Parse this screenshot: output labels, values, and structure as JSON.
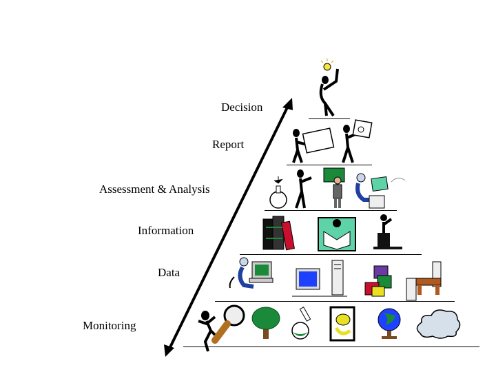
{
  "pyramid": {
    "levels": [
      {
        "label": "Decision"
      },
      {
        "label": "Report"
      },
      {
        "label": "Assessment & Analysis"
      },
      {
        "label": "Information"
      },
      {
        "label": "Data"
      },
      {
        "label": "Monitoring"
      }
    ]
  },
  "icons": {
    "decision": [
      "lightbulb-thinker-figure"
    ],
    "report": [
      "figure-with-presentation-board",
      "figure-with-flipchart"
    ],
    "assessment": [
      "figure-with-ink-flask",
      "figure-pointing-at-chart",
      "businessman-at-blackboard",
      "person-at-computer"
    ],
    "information": [
      "books-stack",
      "reader-with-newspaper",
      "speaker-at-podium"
    ],
    "data": [
      "operator-at-computer",
      "desktop-workstation",
      "floppy-disks",
      "office-desk-building"
    ],
    "monitoring": [
      "figure-with-magnifier",
      "tree",
      "chemistry-flask",
      "chameleon",
      "globe",
      "cloud"
    ]
  },
  "colors": {
    "arrow": "#000000",
    "shelf": "#000000",
    "green": "#1a8a3a",
    "teal": "#5fd3a8",
    "blue": "#1e40ff",
    "red": "#c8102e",
    "yellow": "#e8e020"
  }
}
